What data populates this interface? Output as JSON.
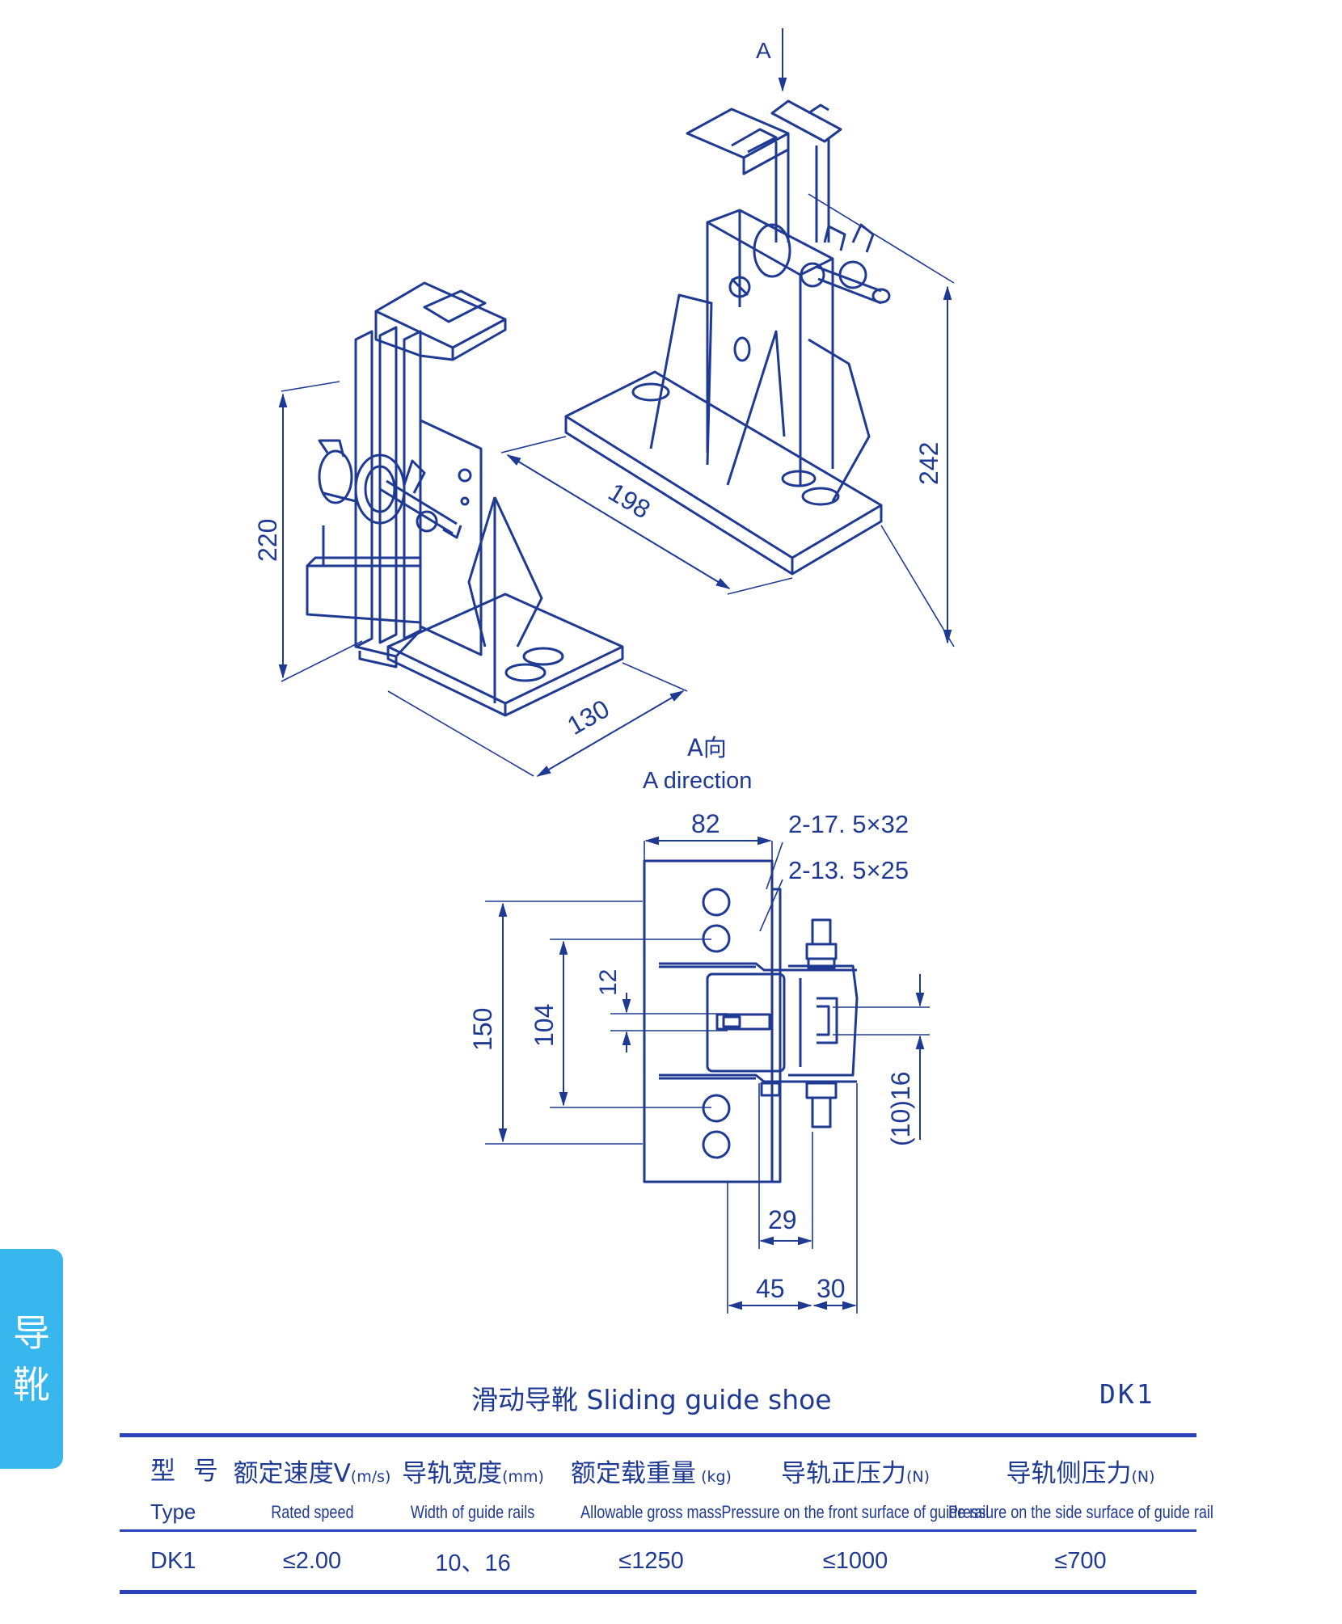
{
  "labels": {
    "dir_a": "A",
    "dim_220": "220",
    "dim_130": "130",
    "dim_198": "198",
    "dim_242": "242",
    "a_view_zh": "A向",
    "a_view_en": "A direction",
    "dim_82": "82",
    "hole_a": "2-17. 5×32",
    "hole_b": "2-13. 5×25",
    "dim_150": "150",
    "dim_104": "104",
    "dim_12": "12",
    "dim_1016": "(10)16",
    "dim_29": "29",
    "dim_45": "45",
    "dim_30": "30"
  },
  "side_tab": {
    "char1": "导",
    "char2": "靴"
  },
  "caption": {
    "title": "滑动导靴 Sliding guide shoe",
    "code": "DK1"
  },
  "table": {
    "headers": [
      {
        "zh": "型 号",
        "unit": "",
        "en": "Type"
      },
      {
        "zh": "额定速度V",
        "unit": "(m/s)",
        "en": "Rated speed"
      },
      {
        "zh": "导轨宽度",
        "unit": "(mm)",
        "en": "Width of guide rails"
      },
      {
        "zh": "额定载重量",
        "unit": " (kg)",
        "en": "Allowable gross mass"
      },
      {
        "zh": "导轨正压力",
        "unit": "(N)",
        "en": "Pressure on the front surface of guide rail"
      },
      {
        "zh": "导轨侧压力",
        "unit": "(N)",
        "en": "Pressure on the side surface of guide rail"
      }
    ],
    "row": [
      "DK1",
      "≤2.00",
      "10、16",
      "≤1250",
      "≤1000",
      "≤700"
    ]
  },
  "colors": {
    "line": "#1f3a93",
    "tab": "#38b6ee",
    "rule": "#2b43b8"
  }
}
